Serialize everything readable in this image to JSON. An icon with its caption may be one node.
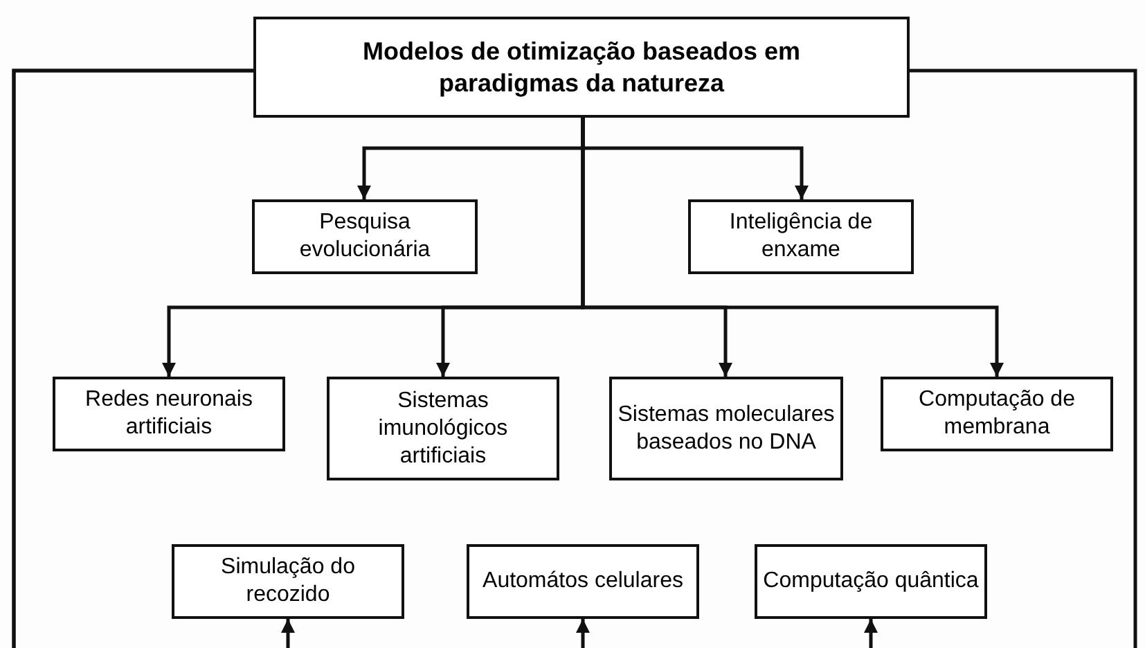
{
  "diagram": {
    "nodes": [
      {
        "text": [
          "Modelos de otimização baseados em paradigmas da natureza"
        ]
      },
      {
        "text": [
          "Pesquisa evolucionária"
        ]
      },
      {
        "text": [
          "Inteligência de enxame"
        ]
      },
      {
        "text": [
          "Redes neuronais artificiais"
        ]
      },
      {
        "text": [
          "Sistemas imunológicos artificiais"
        ]
      },
      {
        "text": [
          "Sistemas moleculares baseados no DNA"
        ]
      },
      {
        "text": [
          "Computação de membrana"
        ]
      },
      {
        "text": [
          "Simulação do recozido"
        ]
      },
      {
        "text": [
          "Automátos celulares"
        ]
      },
      {
        "text": [
          "Computação quântica"
        ]
      }
    ],
    "edges": [
      {
        "from": 0,
        "to": 1,
        "arrow": "to"
      },
      {
        "from": 0,
        "to": 2,
        "arrow": "to"
      },
      {
        "from": 0,
        "to": 3,
        "arrow": "to"
      },
      {
        "from": 0,
        "to": 4,
        "arrow": "to"
      },
      {
        "from": 0,
        "to": 5,
        "arrow": "to"
      },
      {
        "from": 0,
        "to": 6,
        "arrow": "to"
      },
      {
        "from": 0,
        "to": 7,
        "arrow": "to"
      },
      {
        "from": 0,
        "to": 8,
        "arrow": "to"
      },
      {
        "from": 0,
        "to": 9,
        "arrow": "to"
      }
    ]
  }
}
